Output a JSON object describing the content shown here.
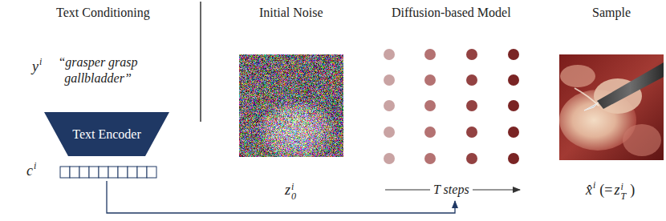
{
  "diagram": {
    "nodes": [
      {
        "text": [
          "Text Encoder"
        ]
      }
    ],
    "labels": [
      "Text Conditioning",
      "y",
      "i",
      "“grasper grasp gallbladder”",
      "c",
      "i",
      "Initial Noise",
      "z",
      "i",
      "0",
      "Diffusion-based Model",
      "T steps",
      "Sample",
      "x̂",
      "i",
      "(=",
      "z",
      "i",
      "T",
      ")"
    ]
  }
}
